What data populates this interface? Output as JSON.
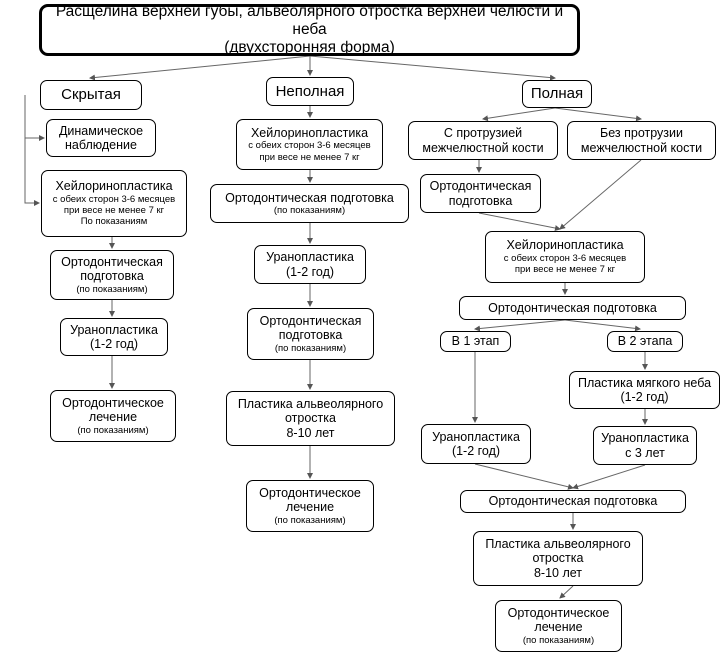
{
  "title": "Расщелина верхней губы, альвеолярного отростка верхней челюсти и неба\n(двухсторонняя форма)",
  "columns": {
    "hidden": {
      "header": "Скрытая",
      "observation": "Динамическое\nнаблюдение",
      "cheilo_title": "Хейлоринопластика",
      "cheilo_note": "с обеих сторон 3-6 месяцев\nпри весе не менее 7 кг\nПо показаниям",
      "ortho_title": "Ортодонтическая\nподготовка",
      "ortho_note": "(по показаниям)",
      "urano_title": "Уранопластика\n(1-2 год)",
      "treat_title": "Ортодонтическое\nлечение",
      "treat_note": "(по показаниям)"
    },
    "incomplete": {
      "header": "Неполная",
      "cheilo_title": "Хейлоринопластика",
      "cheilo_note": "с обеих сторон 3-6 месяцев\nпри весе не менее 7 кг",
      "ortho_title": "Ортодонтическая подготовка",
      "ortho_note": "(по показаниям)",
      "urano_title": "Уранопластика\n(1-2 год)",
      "ortho2_title": "Ортодонтическая\nподготовка",
      "ortho2_note": "(по показаниям)",
      "alveo_title": "Пластика альвеолярного\nотростка\n8-10 лет",
      "treat_title": "Ортодонтическое\nлечение",
      "treat_note": "(по показаниям)"
    },
    "complete": {
      "header": "Полная",
      "with_protrusion": "С протрузией\nмежчелюстной кости",
      "without_protrusion": "Без протрузии\nмежчелюстной кости",
      "ortho_title": "Ортодонтическая\nподготовка",
      "cheilo_title": "Хейлоринопластика",
      "cheilo_note": "с обеих сторон 3-6 месяцев\nпри весе не менее 7 кг",
      "ortho2_title": "Ортодонтическая подготовка",
      "stage1": "В 1 этап",
      "stage2": "В 2 этапа",
      "soft_palate_title": "Пластика мягкого неба\n(1-2 год)",
      "urano1_title": "Уранопластика\n(1-2 год)",
      "urano2_title": "Уранопластика\nс 3 лет",
      "ortho3_title": "Ортодонтическая подготовка",
      "alveo_title": "Пластика альвеолярного\nотростка\n8-10 лет",
      "treat_title": "Ортодонтическое\nлечение",
      "treat_note": "(по показаниям)"
    }
  }
}
